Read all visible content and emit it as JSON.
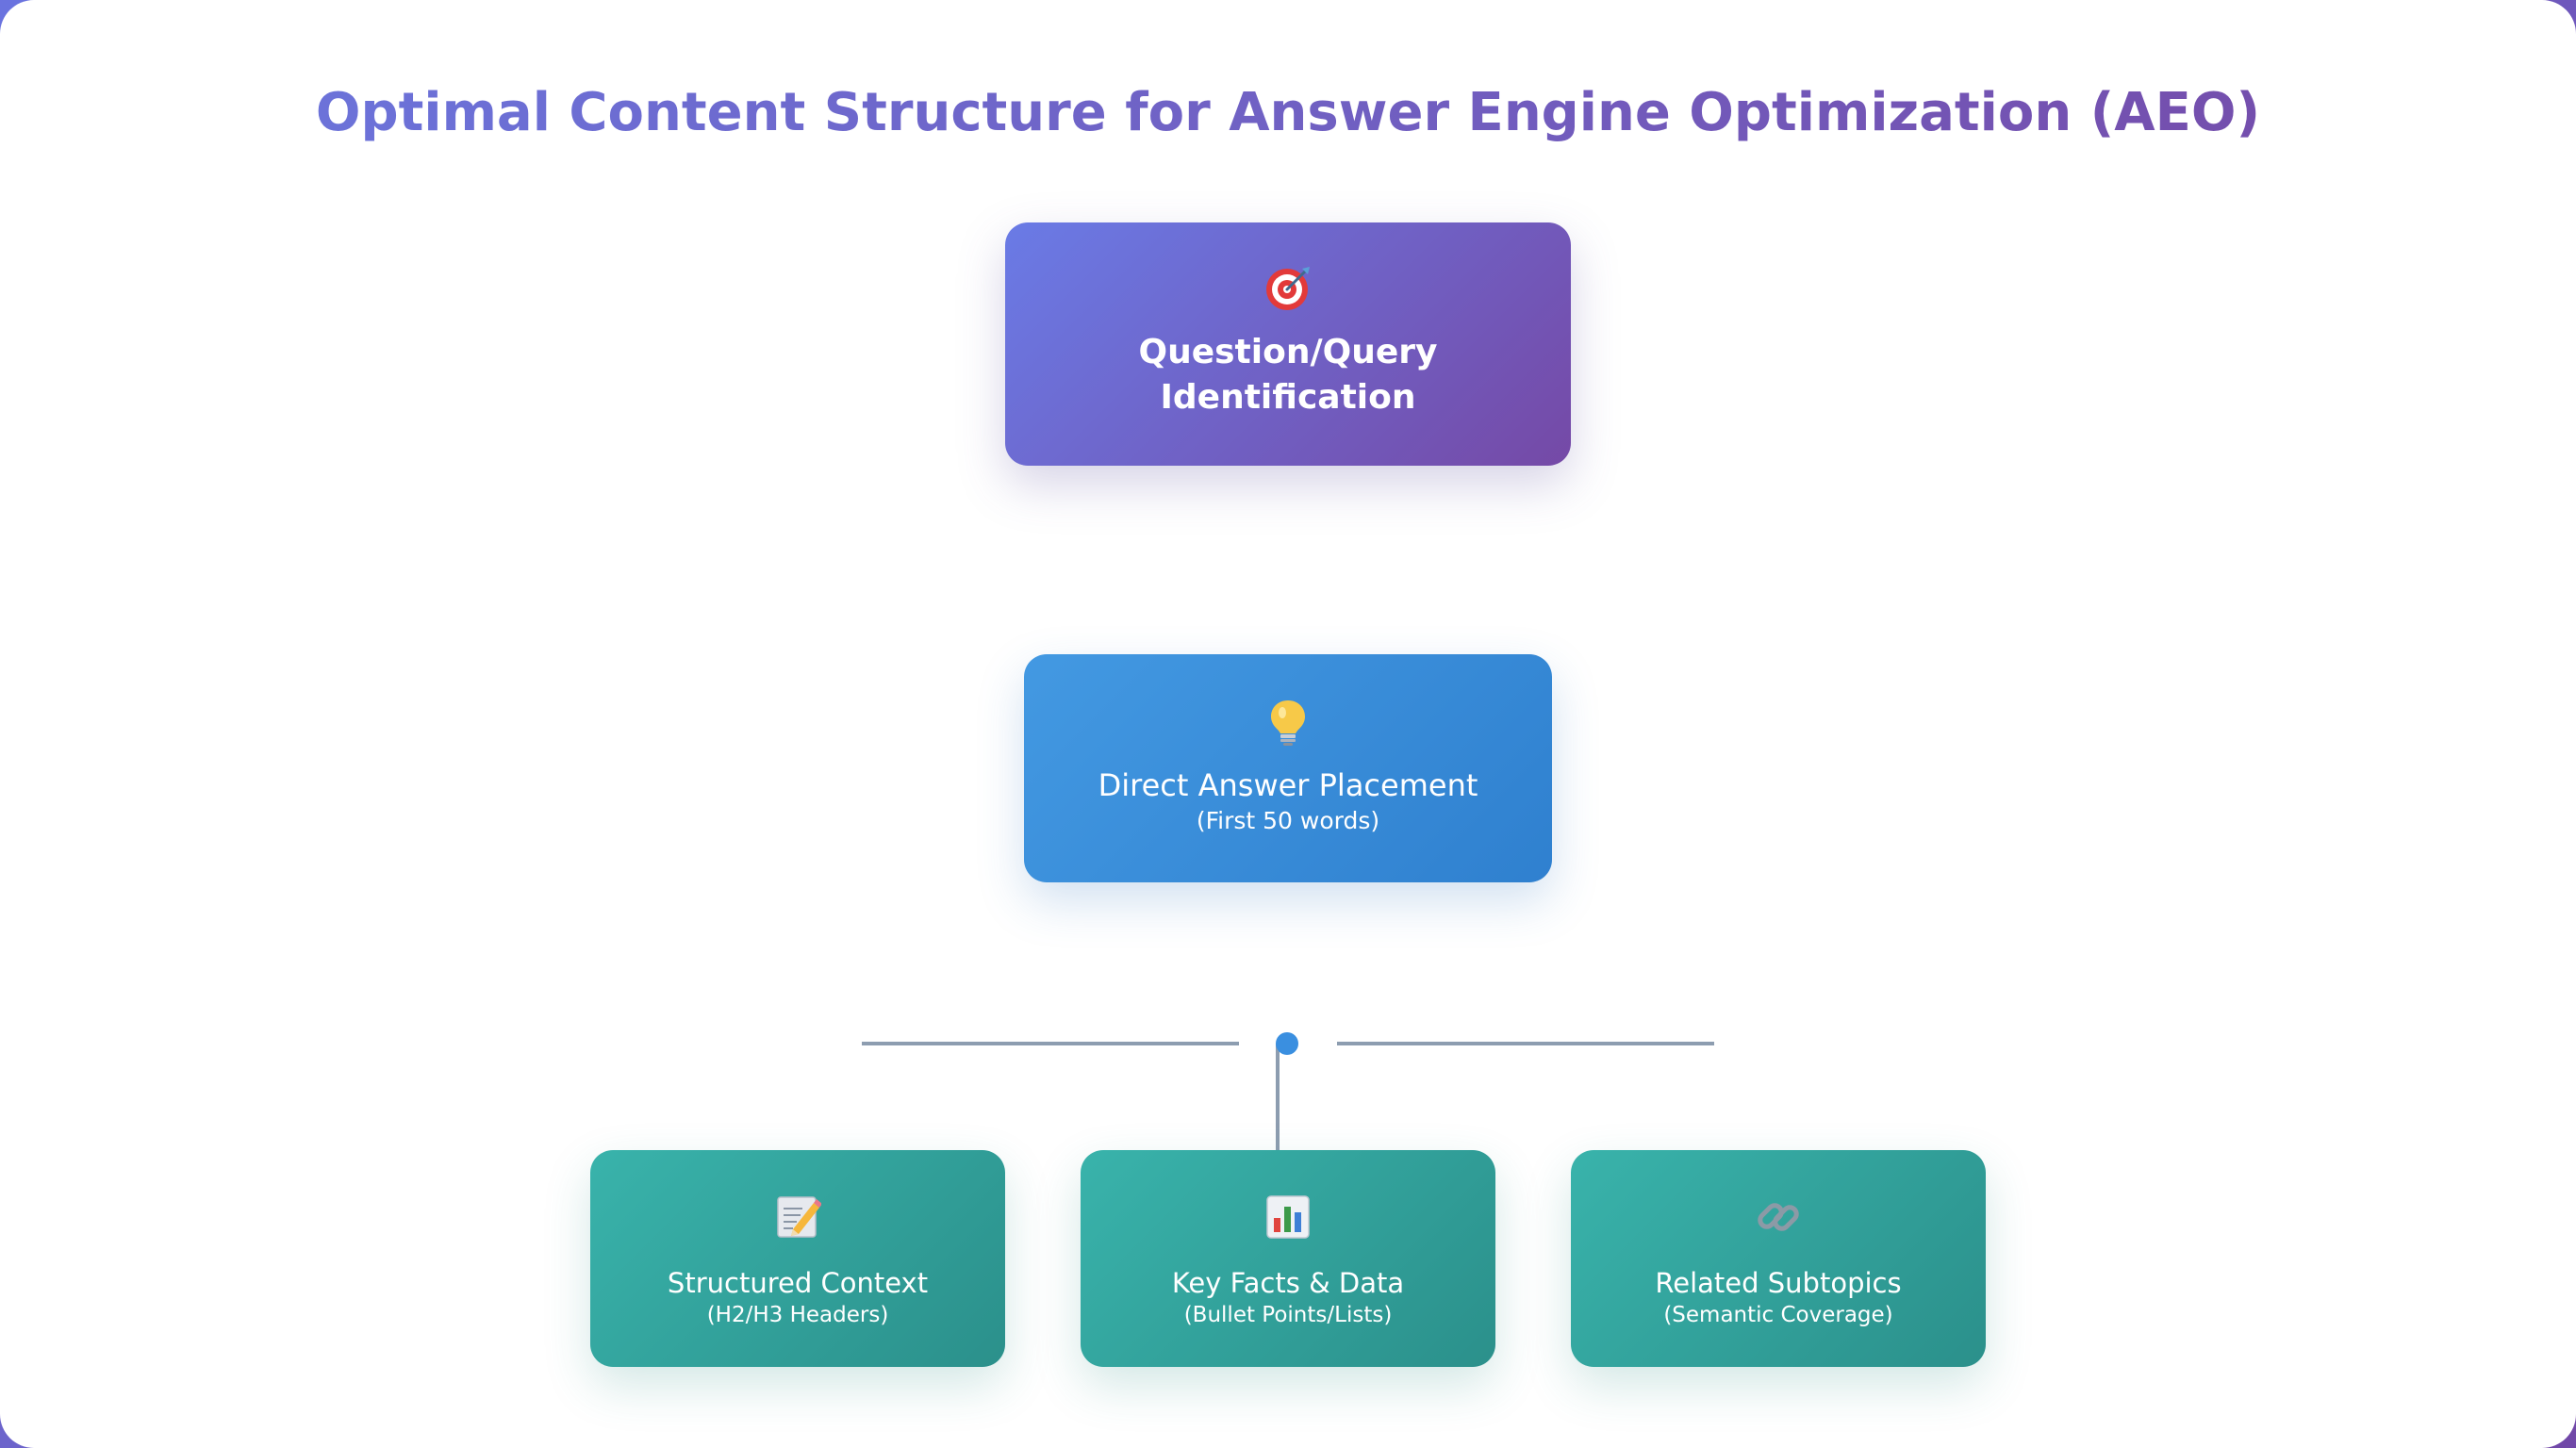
{
  "title": "Optimal Content Structure for Answer Engine Optimization (AEO)",
  "nodes": {
    "query": {
      "label": "Question/Query Identification",
      "icon": "target-icon"
    },
    "answer": {
      "label": "Direct Answer Placement",
      "sub": "(First 50 words)",
      "icon": "lightbulb-icon"
    },
    "leaves": [
      {
        "label": "Structured Context",
        "sub": "(H2/H3 Headers)",
        "icon": "memo-pencil-icon"
      },
      {
        "label": "Key Facts & Data",
        "sub": "(Bullet Points/Lists)",
        "icon": "bar-chart-icon"
      },
      {
        "label": "Related Subtopics",
        "sub": "(Semantic Coverage)",
        "icon": "link-icon"
      }
    ]
  },
  "colors": {
    "query_gradient": [
      "#6a7be6",
      "#7549a6"
    ],
    "answer_gradient": [
      "#4399e2",
      "#2f80cf"
    ],
    "leaf_gradient": [
      "#39b3ab",
      "#2b908b"
    ],
    "connector": "#8d9db0",
    "junction": "#3a8fe0"
  }
}
